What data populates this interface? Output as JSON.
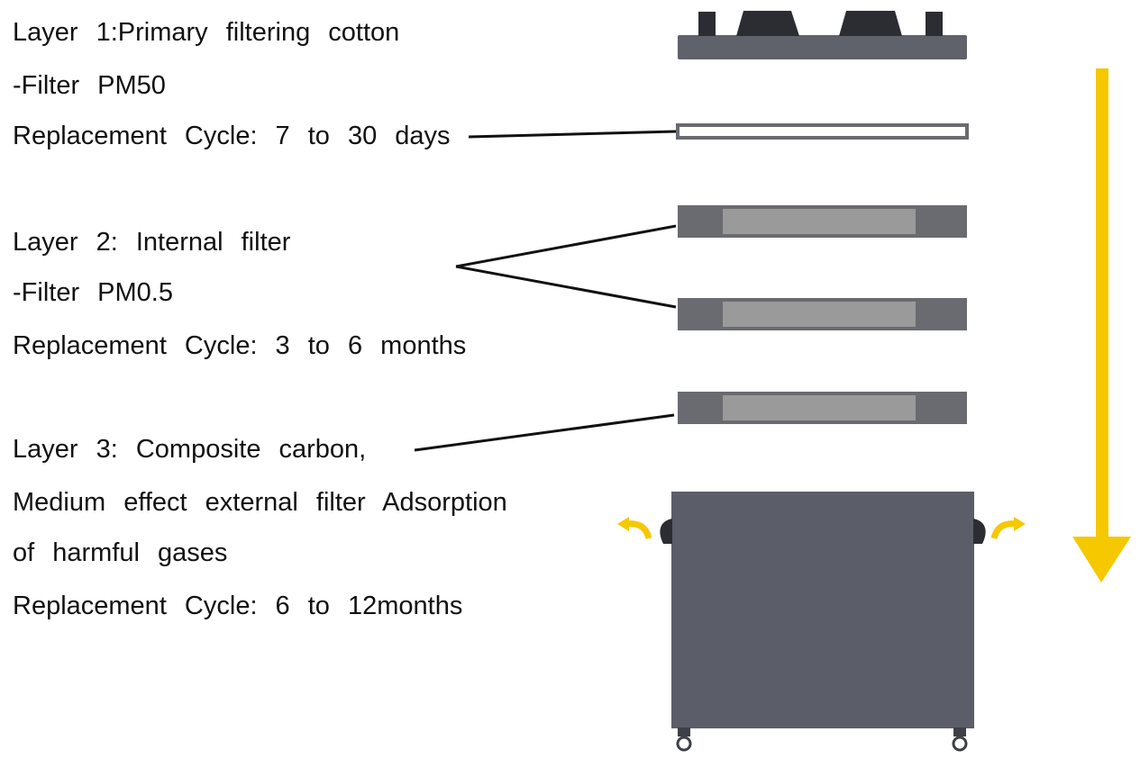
{
  "layers": [
    {
      "title": "Layer  1:Primary  filtering  cotton",
      "filter": "-Filter  PM50",
      "cycle": "Replacement  Cycle:  7  to  30  days"
    },
    {
      "title": "Layer  2:  Internal  filter",
      "filter": "-Filter  PM0.5",
      "cycle": "Replacement  Cycle:  3  to  6  months"
    },
    {
      "title": "Layer  3:  Composite  carbon,",
      "description_line1": "Medium  effect  external  filter  Adsorption",
      "description_line2": "of  harmful  gases",
      "cycle": "Replacement  Cycle:  6  to  12months"
    }
  ],
  "colors": {
    "housing": "#5b5d69",
    "cap": "#5f616b",
    "filter_frame": "#6a6b70",
    "filter_core": "#9a9a9a",
    "arrow": "#f5c800",
    "leader_line": "#111111"
  },
  "icons": {
    "flow_arrow": "down-arrow-icon",
    "side_arrows": "curved-arrow-icon"
  }
}
